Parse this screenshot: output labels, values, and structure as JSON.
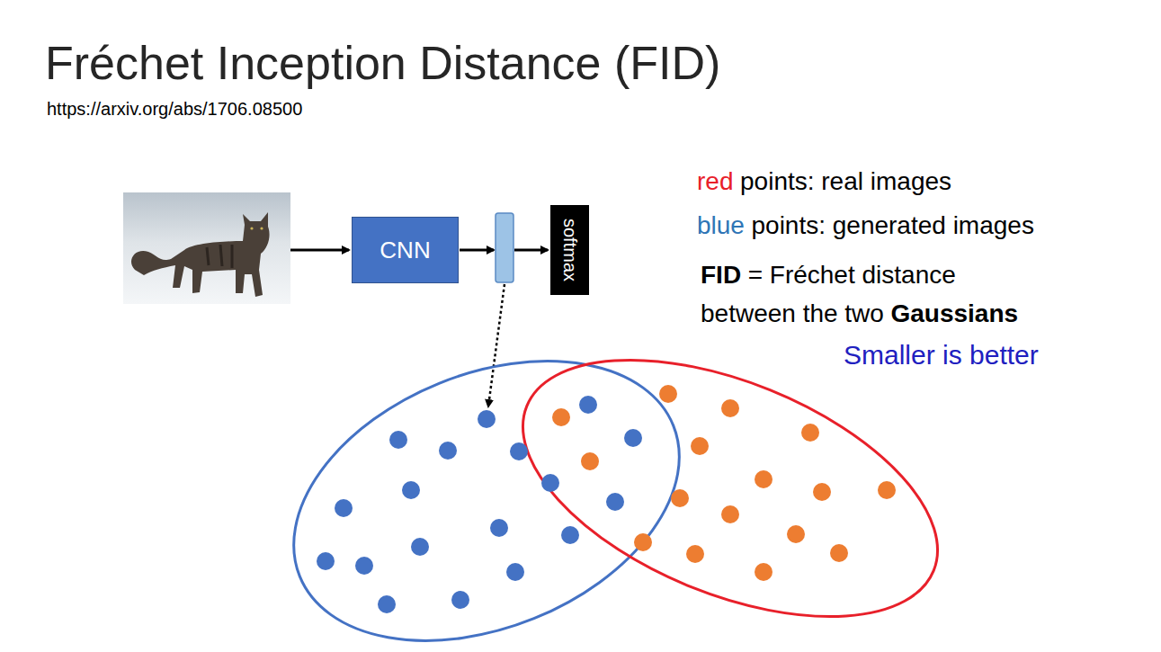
{
  "diagram": {
    "title": "Fréchet Inception Distance (FID)",
    "nodes": [
      {
        "text": [
          "CNN"
        ]
      },
      {
        "text": [
          "softmax"
        ]
      }
    ],
    "labels": [
      "https://arxiv.org/abs/1706.08500",
      "red",
      "points: real images",
      "blue",
      "points: generated images",
      "FID",
      "= Fréchet distance",
      "between the two",
      "Gaussians",
      "Smaller is better"
    ]
  }
}
